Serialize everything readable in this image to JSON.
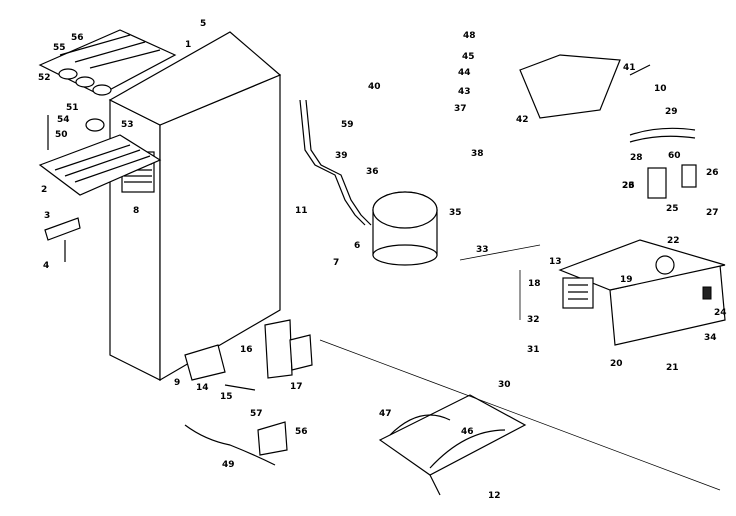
{
  "callouts": [
    {
      "id": "c1",
      "label": "1"
    },
    {
      "id": "c2",
      "label": "2"
    },
    {
      "id": "c3",
      "label": "3"
    },
    {
      "id": "c4",
      "label": "4"
    },
    {
      "id": "c5",
      "label": "5"
    },
    {
      "id": "c6",
      "label": "6"
    },
    {
      "id": "c7",
      "label": "7"
    },
    {
      "id": "c8",
      "label": "8"
    },
    {
      "id": "c9",
      "label": "9"
    },
    {
      "id": "c10",
      "label": "10"
    },
    {
      "id": "c11",
      "label": "11"
    },
    {
      "id": "c12",
      "label": "12"
    },
    {
      "id": "c13",
      "label": "13"
    },
    {
      "id": "c14",
      "label": "14"
    },
    {
      "id": "c15",
      "label": "15"
    },
    {
      "id": "c16",
      "label": "16"
    },
    {
      "id": "c17",
      "label": "17"
    },
    {
      "id": "c18",
      "label": "18"
    },
    {
      "id": "c19",
      "label": "19"
    },
    {
      "id": "c20",
      "label": "20"
    },
    {
      "id": "c21",
      "label": "21"
    },
    {
      "id": "c22",
      "label": "22"
    },
    {
      "id": "c23",
      "label": "23"
    },
    {
      "id": "c24",
      "label": "24"
    },
    {
      "id": "c25",
      "label": "25"
    },
    {
      "id": "c26",
      "label": "26"
    },
    {
      "id": "c26b",
      "label": "26"
    },
    {
      "id": "c27",
      "label": "27"
    },
    {
      "id": "c28",
      "label": "28"
    },
    {
      "id": "c29",
      "label": "29"
    },
    {
      "id": "c30",
      "label": "30"
    },
    {
      "id": "c31",
      "label": "31"
    },
    {
      "id": "c32",
      "label": "32"
    },
    {
      "id": "c33",
      "label": "33"
    },
    {
      "id": "c34",
      "label": "34"
    },
    {
      "id": "c35",
      "label": "35"
    },
    {
      "id": "c36",
      "label": "36"
    },
    {
      "id": "c37",
      "label": "37"
    },
    {
      "id": "c38",
      "label": "38"
    },
    {
      "id": "c39",
      "label": "39"
    },
    {
      "id": "c40",
      "label": "40"
    },
    {
      "id": "c41",
      "label": "41"
    },
    {
      "id": "c42",
      "label": "42"
    },
    {
      "id": "c43",
      "label": "43"
    },
    {
      "id": "c44",
      "label": "44"
    },
    {
      "id": "c45",
      "label": "45"
    },
    {
      "id": "c46",
      "label": "46"
    },
    {
      "id": "c47",
      "label": "47"
    },
    {
      "id": "c48",
      "label": "48"
    },
    {
      "id": "c49",
      "label": "49"
    },
    {
      "id": "c50",
      "label": "50"
    },
    {
      "id": "c51",
      "label": "51"
    },
    {
      "id": "c52",
      "label": "52"
    },
    {
      "id": "c53",
      "label": "53"
    },
    {
      "id": "c54",
      "label": "54"
    },
    {
      "id": "c55",
      "label": "55"
    },
    {
      "id": "c56",
      "label": "56"
    },
    {
      "id": "c56b",
      "label": "56"
    },
    {
      "id": "c57",
      "label": "57"
    },
    {
      "id": "c59",
      "label": "59"
    },
    {
      "id": "c60",
      "label": "60"
    }
  ]
}
